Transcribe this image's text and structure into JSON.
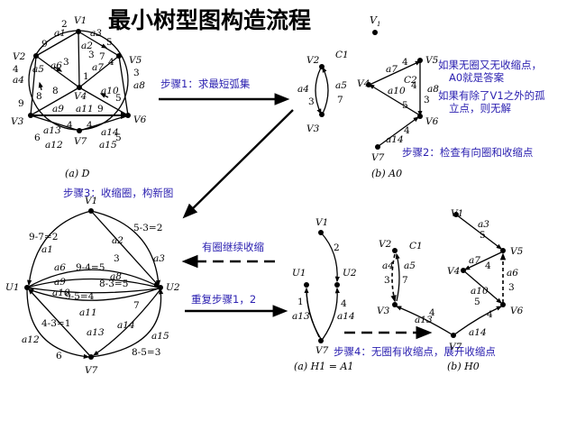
{
  "title": "最小树型图构造流程",
  "title_suffix": "V",
  "title_suffix_sub": "1",
  "steps": {
    "step1": "步骤1：求最短弧集",
    "step2": "步骤2：检查有向圈和收缩点",
    "step3": "步骤3：收缩圈，构新图",
    "cycle_continue": "有圈继续收缩",
    "repeat": "重复步骤1，2",
    "step4": "步骤4：无圈有收缩点，展开收缩点"
  },
  "notes": {
    "line1": "如果无圈又无收缩点，",
    "line2": "A0就是答案",
    "line3": "如果有除了V1之外的孤",
    "line4": "立点，则无解"
  },
  "graph_d": {
    "caption": "(a) D",
    "nodes": [
      "V1",
      "V2",
      "V3",
      "V4",
      "V5",
      "V6",
      "V7"
    ],
    "arc_labels": [
      "a1",
      "a2",
      "a3",
      "a4",
      "a5",
      "a6",
      "a7",
      "a8",
      "a9",
      "a10",
      "a11",
      "a12",
      "a13",
      "a14",
      "a15"
    ],
    "weights": [
      "2",
      "3",
      "5",
      "4",
      "7",
      "9",
      "8",
      "3",
      "4",
      "8",
      "5",
      "9",
      "6",
      "4",
      "4",
      "5",
      "1",
      "9",
      "3"
    ]
  },
  "graph_a0": {
    "caption": "(b) A0",
    "nodes": [
      "V2",
      "V3",
      "V4",
      "V5",
      "V6",
      "V7"
    ],
    "cycle_labels": [
      "C1",
      "C2"
    ],
    "arc_labels": [
      "a4",
      "a5",
      "a7",
      "a8",
      "a10",
      "a14"
    ],
    "weights": [
      "3",
      "7",
      "4",
      "3",
      "5",
      "4",
      "4"
    ]
  },
  "graph_u": {
    "nodes": [
      "V1",
      "U1",
      "U2",
      "V7"
    ],
    "arc_labels": [
      "a1",
      "a2",
      "a3",
      "a6",
      "a9",
      "a8",
      "a10",
      "a11",
      "a12",
      "a13",
      "a14",
      "a15"
    ],
    "weights": [
      "9-7=2",
      "5-3=2",
      "3",
      "9-4=5",
      "8-3=5",
      "9-5=4",
      "4-3=1",
      "6",
      "8-5=3",
      "7"
    ]
  },
  "graph_h1": {
    "caption": "(a) H1 = A1",
    "nodes": [
      "V1",
      "U1",
      "U2",
      "V7"
    ],
    "arc_labels": [
      "a13",
      "a14"
    ],
    "weights": [
      "2",
      "1",
      "4"
    ]
  },
  "graph_h0": {
    "caption": "(b) H0",
    "nodes": [
      "V1",
      "V2",
      "V3",
      "V4",
      "V5",
      "V6",
      "V7"
    ],
    "cycle_labels": [
      "C1"
    ],
    "arc_labels": [
      "a3",
      "a4",
      "a5",
      "a6",
      "a7",
      "a10",
      "a13",
      "a14"
    ],
    "weights": [
      "5",
      "3",
      "7",
      "4",
      "3",
      "5",
      "4",
      "4"
    ]
  }
}
